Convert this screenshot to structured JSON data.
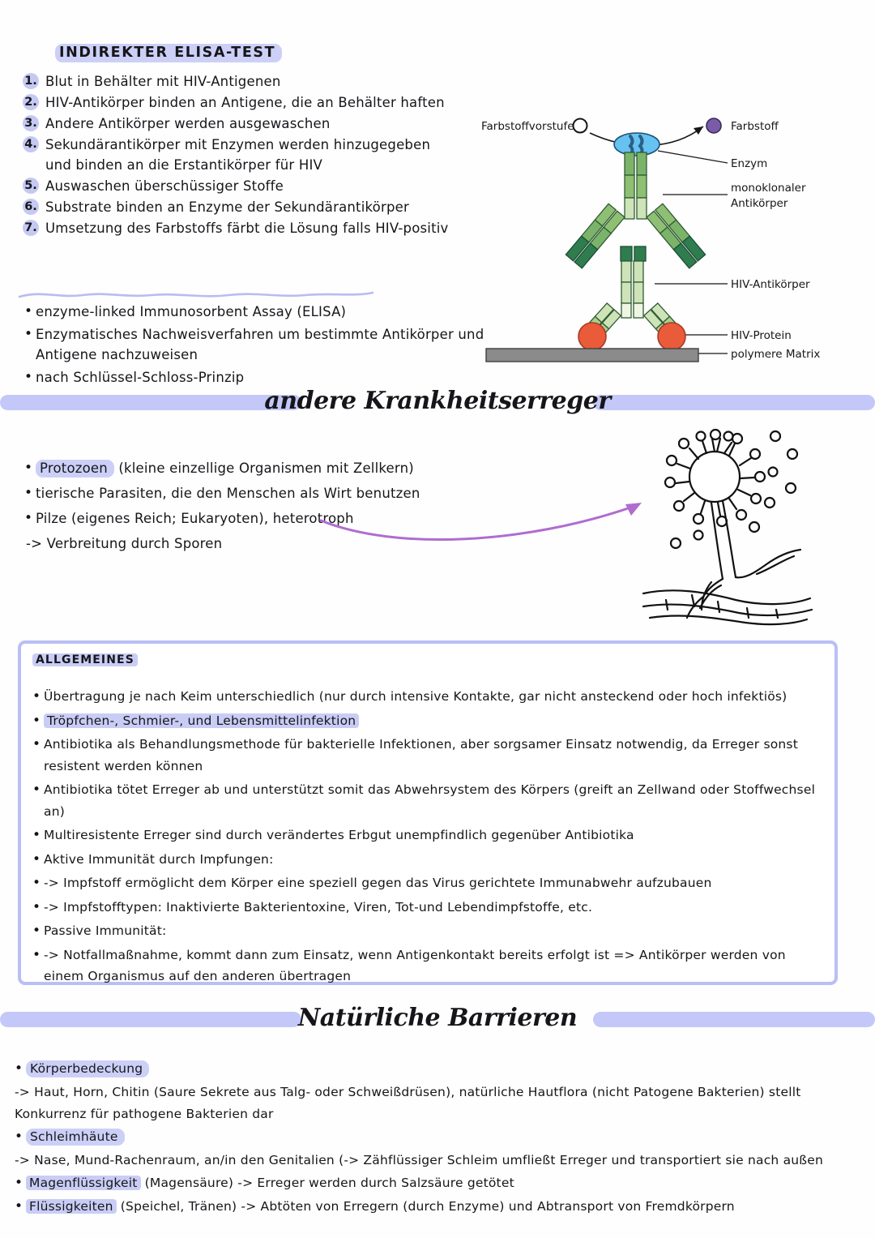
{
  "colors": {
    "accent_lavender": "#c3c8f8",
    "highlight": "#ccd0f7",
    "box_border": "#b9bff5",
    "arrow_purple": "#b06ccf",
    "antibody_green_dark": "#2f7d4f",
    "antibody_green_mid": "#7cb36a",
    "antibody_green_light": "#cfe3b8",
    "enzyme_blue": "#66c2f0",
    "dye_purple": "#7a5ba8",
    "hiv_protein_red": "#ea5b3a",
    "matrix_grey": "#8a8a8a"
  },
  "elisa": {
    "title": "INDIREKTER ELISA-TEST",
    "steps": [
      {
        "n": "1.",
        "text": "Blut in Behälter mit HIV-Antigenen"
      },
      {
        "n": "2.",
        "text": "HIV-Antikörper binden an Antigene, die an Behälter haften"
      },
      {
        "n": "3.",
        "text": "Andere Antikörper werden ausgewaschen"
      },
      {
        "n": "4.",
        "text": "Sekundärantikörper mit Enzymen werden hinzugegeben und binden an die Erstantikörper für HIV"
      },
      {
        "n": "5.",
        "text": "Auswaschen überschüssiger Stoffe"
      },
      {
        "n": "6.",
        "text": "Substrate binden an Enzyme der Sekundärantikörper"
      },
      {
        "n": "7.",
        "text": "Umsetzung des Farbstoffs färbt die Lösung falls HIV-positiv"
      }
    ],
    "notes": [
      "enzyme-linked Immunosorbent Assay (ELISA)",
      "Enzymatisches Nachweisverfahren um bestimmte Antikörper und Antigene nachzuweisen",
      "nach Schlüssel-Schloss-Prinzip"
    ],
    "diagram_labels": {
      "dye_precursor": "Farbstoffvorstufe",
      "dye": "Farbstoff",
      "enzyme": "Enzym",
      "monoclonal_antibody_line1": "monoklonaler",
      "monoclonal_antibody_line2": "Antikörper",
      "hiv_antibody": "HIV-Antikörper",
      "hiv_protein": "HIV-Protein",
      "polymer_matrix": "polymere Matrix"
    }
  },
  "pathogens": {
    "banner_title": "andere Krankheitserreger",
    "bullets": [
      {
        "highlight": "Protozoen",
        "rest": "(kleine einzellige Organismen mit Zellkern)"
      },
      {
        "highlight": "",
        "rest": "tierische Parasiten, die den Menschen als Wirt benutzen"
      },
      {
        "highlight": "",
        "rest": "Pilze (eigenes Reich;  Eukaryoten), heterotroph"
      }
    ],
    "arrow_note": "-> Verbreitung durch Sporen"
  },
  "general": {
    "title": "ALLGEMEINES",
    "bullets": [
      {
        "text": "Übertragung je nach Keim unterschiedlich (nur durch intensive Kontakte, gar nicht ansteckend oder hoch infektiös)",
        "highlighted": false
      },
      {
        "text": "Tröpfchen-, Schmier-, und Lebensmittelinfektion",
        "highlighted": true
      },
      {
        "text": "Antibiotika als Behandlungsmethode für bakterielle Infektionen, aber sorgsamer Einsatz notwendig, da Erreger sonst resistent werden können",
        "highlighted": false
      },
      {
        "text": "Antibiotika tötet Erreger ab und unterstützt somit das Abwehrsystem des Körpers (greift an Zellwand oder Stoffwechsel an)",
        "highlighted": false
      },
      {
        "text": "Multiresistente Erreger sind durch verändertes Erbgut unempfindlich gegenüber Antibiotika",
        "highlighted": false
      },
      {
        "text": "Aktive Immunität durch Impfungen:",
        "highlighted": false
      },
      {
        "text": "-> Impfstoff ermöglicht dem Körper eine speziell gegen das Virus gerichtete Immunabwehr aufzubauen",
        "highlighted": false
      },
      {
        "text": "-> Impfstofftypen: Inaktivierte Bakterientoxine, Viren, Tot-und Lebendimpfstoffe, etc.",
        "highlighted": false
      },
      {
        "text": "Passive Immunität:",
        "highlighted": false
      },
      {
        "text": "-> Notfallmaßnahme, kommt dann zum Einsatz, wenn Antigenkontakt bereits erfolgt ist => Antikörper werden von einem Organismus auf den anderen übertragen",
        "highlighted": false
      }
    ]
  },
  "barriers": {
    "banner_title": "Natürliche Barrieren",
    "items": [
      {
        "kind": "bullet",
        "highlight": "Körperbedeckung",
        "rest": ""
      },
      {
        "kind": "plain",
        "highlight": "",
        "rest": "-> Haut, Horn, Chitin (Saure Sekrete aus Talg- oder Schweißdrüsen), natürliche Hautflora (nicht Patogene Bakterien) stellt Konkurrenz für pathogene Bakterien dar"
      },
      {
        "kind": "bullet",
        "highlight": "Schleimhäute",
        "rest": ""
      },
      {
        "kind": "plain",
        "highlight": "",
        "rest": "-> Nase, Mund-Rachenraum, an/in den Genitalien (-> Zähflüssiger Schleim umfließt Erreger und transportiert sie nach außen"
      },
      {
        "kind": "bullet",
        "highlight": "Magenflüssigkeit",
        "rest": "(Magensäure) -> Erreger werden durch Salzsäure getötet"
      },
      {
        "kind": "bullet",
        "highlight": "Flüssigkeiten",
        "rest": "(Speichel, Tränen) -> Abtöten von Erregern (durch Enzyme) und Abtransport von Fremdkörpern"
      }
    ]
  }
}
